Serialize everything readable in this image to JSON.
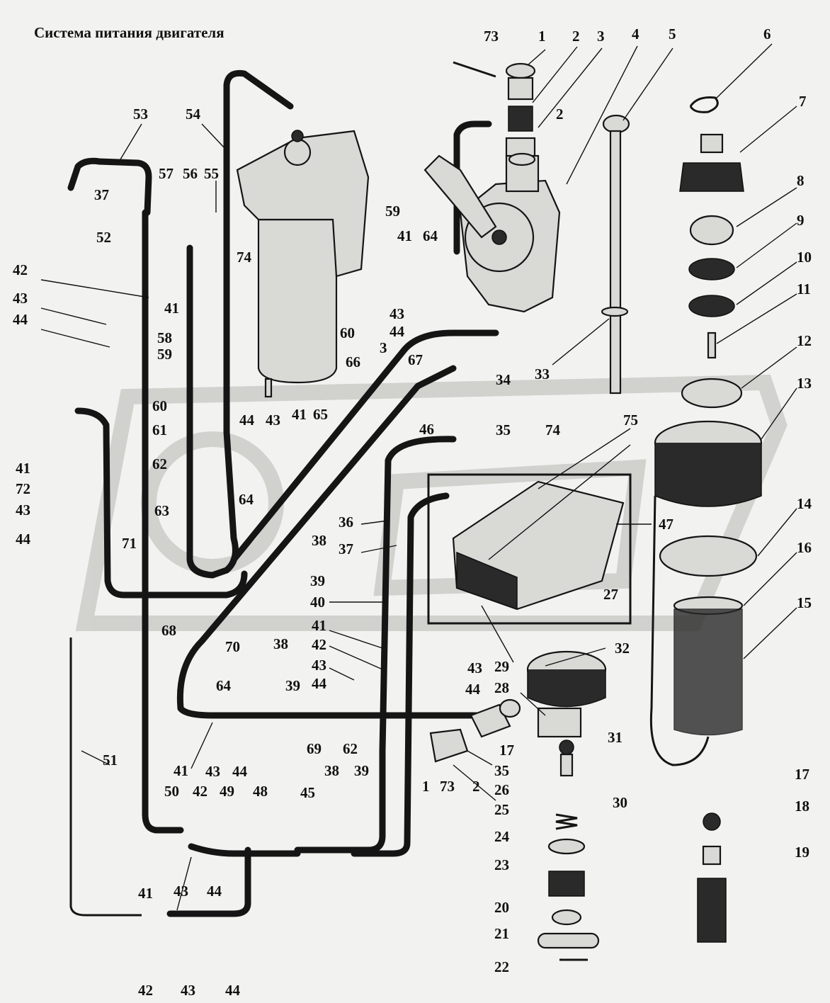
{
  "title": "Система питания двигателя",
  "labels": [
    "1",
    "2",
    "3",
    "4",
    "5",
    "6",
    "7",
    "8",
    "9",
    "10",
    "11",
    "12",
    "13",
    "14",
    "15",
    "16",
    "17",
    "18",
    "19",
    "20",
    "21",
    "22",
    "23",
    "24",
    "25",
    "26",
    "27",
    "28",
    "29",
    "30",
    "31",
    "32",
    "33",
    "34",
    "35",
    "36",
    "37",
    "38",
    "39",
    "40",
    "41",
    "42",
    "43",
    "44",
    "45",
    "46",
    "47",
    "48",
    "49",
    "50",
    "51",
    "52",
    "53",
    "54",
    "55",
    "56",
    "57",
    "58",
    "59",
    "60",
    "61",
    "62",
    "63",
    "64",
    "65",
    "66",
    "67",
    "68",
    "69",
    "70",
    "71",
    "72",
    "73",
    "74",
    "75"
  ]
}
